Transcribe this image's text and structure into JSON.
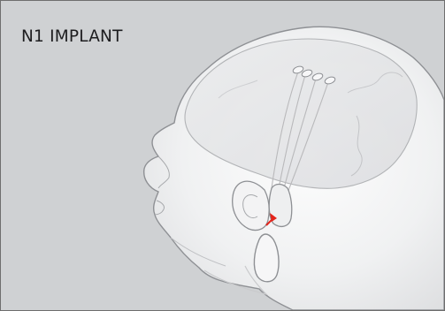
{
  "title": "N1 IMPLANT",
  "colors": {
    "background": "#cfd1d3",
    "frame_border": "#6e6e6e",
    "head_fill": "#f4f4f5",
    "outline": "#8e9094",
    "thread": "#b9b9bb",
    "accent_arrow": "#e3241b"
  },
  "icons": [
    "head-illustration",
    "brain-outline",
    "electrode-thread",
    "implant-device",
    "insertion-arrow",
    "ear-outline"
  ]
}
